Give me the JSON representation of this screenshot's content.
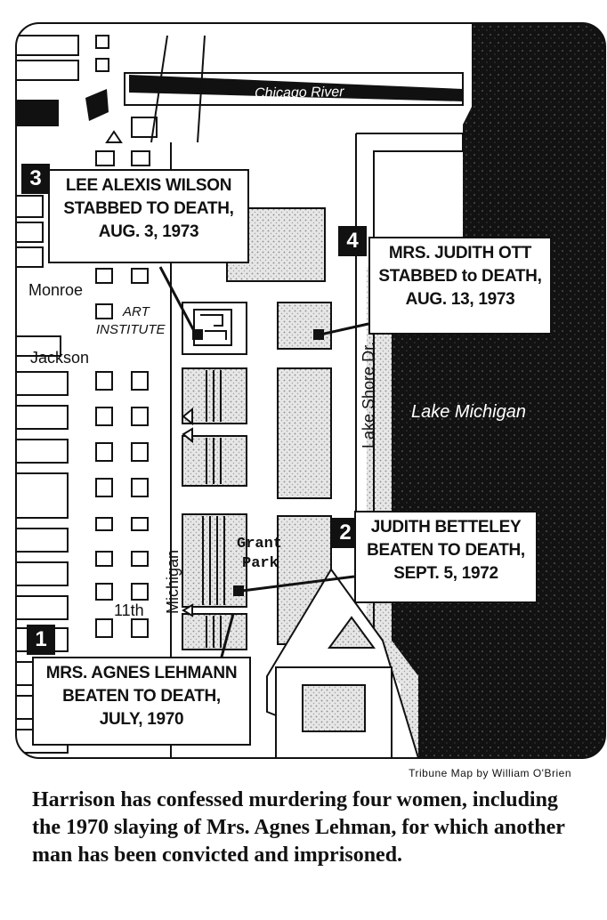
{
  "map": {
    "labels": {
      "river": "Chicago River",
      "lake": "Lake Michigan",
      "lake_shore": "Lake Shore Dr.",
      "michigan": "Michigan",
      "grant_park_1": "Grant",
      "grant_park_2": "Park",
      "monroe": "Monroe",
      "jackson": "Jackson",
      "eleventh": "11th",
      "art_1": "ART",
      "art_2": "INSTITUTE"
    },
    "callouts": [
      {
        "number": "1",
        "lines": [
          "MRS. AGNES LEHMANN",
          "BEATEN TO DEATH,",
          "JULY, 1970"
        ]
      },
      {
        "number": "2",
        "lines": [
          "JUDITH BETTELEY",
          "BEATEN TO DEATH,",
          "SEPT. 5, 1972"
        ]
      },
      {
        "number": "3",
        "lines": [
          "LEE ALEXIS WILSON",
          "STABBED TO DEATH,",
          "AUG. 3, 1973"
        ]
      },
      {
        "number": "4",
        "lines": [
          "MRS. JUDITH OTT",
          "STABBED to DEATH,",
          "AUG. 13, 1973"
        ]
      }
    ]
  },
  "credit": "Tribune Map by William O'Brien",
  "caption": "Harrison has confessed murdering four women, including the 1970 slaying of Mrs. Agnes Lehman, for which another man has been convicted and imprisoned.",
  "colors": {
    "ink": "#111111",
    "lake": "#141414",
    "park": "#d8d8d8",
    "paper": "#ffffff"
  }
}
